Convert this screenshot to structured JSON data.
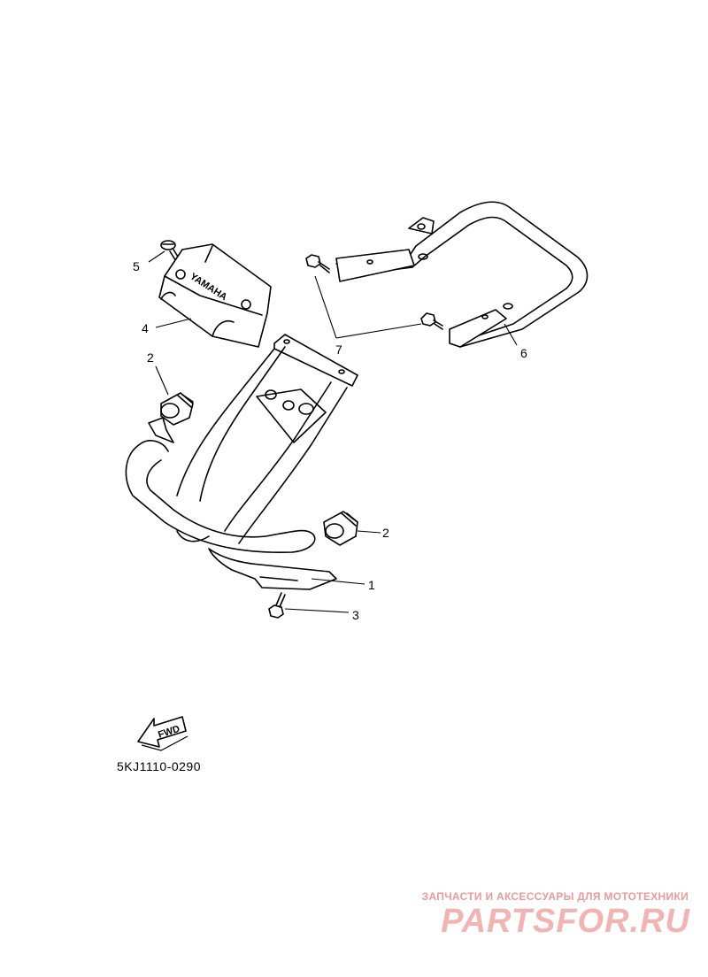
{
  "diagram": {
    "part_code": "5KJ1110-0290",
    "fwd_label": "FWD",
    "brand_mark": "YAMAHA",
    "callouts": [
      {
        "id": "1",
        "label": "1"
      },
      {
        "id": "2a",
        "label": "2"
      },
      {
        "id": "2b",
        "label": "2"
      },
      {
        "id": "3",
        "label": "3"
      },
      {
        "id": "4",
        "label": "4"
      },
      {
        "id": "5",
        "label": "5"
      },
      {
        "id": "6",
        "label": "6"
      },
      {
        "id": "7",
        "label": "7"
      }
    ]
  },
  "watermark": {
    "tagline": "ЗАПЧАСТИ И АКСЕССУАРЫ ДЛЯ МОТОТЕХНИКИ",
    "logo": "PARTSFOR.RU",
    "color": "#f2b3b3"
  }
}
